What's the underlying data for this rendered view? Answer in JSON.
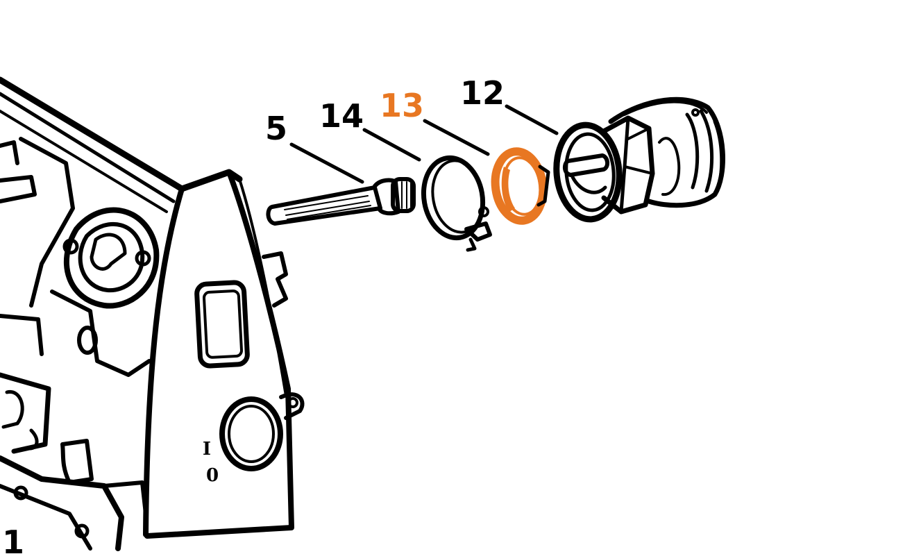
{
  "colors": {
    "ink": "#000000",
    "highlight": "#e87722",
    "background": "#ffffff"
  },
  "callouts": [
    {
      "id": "1",
      "label": "1",
      "highlighted": false
    },
    {
      "id": "5",
      "label": "5",
      "highlighted": false
    },
    {
      "id": "14",
      "label": "14",
      "highlighted": false
    },
    {
      "id": "13",
      "label": "13",
      "highlighted": true
    },
    {
      "id": "12",
      "label": "12",
      "highlighted": false
    }
  ],
  "switch_marks": {
    "on": "I",
    "off": "0"
  }
}
